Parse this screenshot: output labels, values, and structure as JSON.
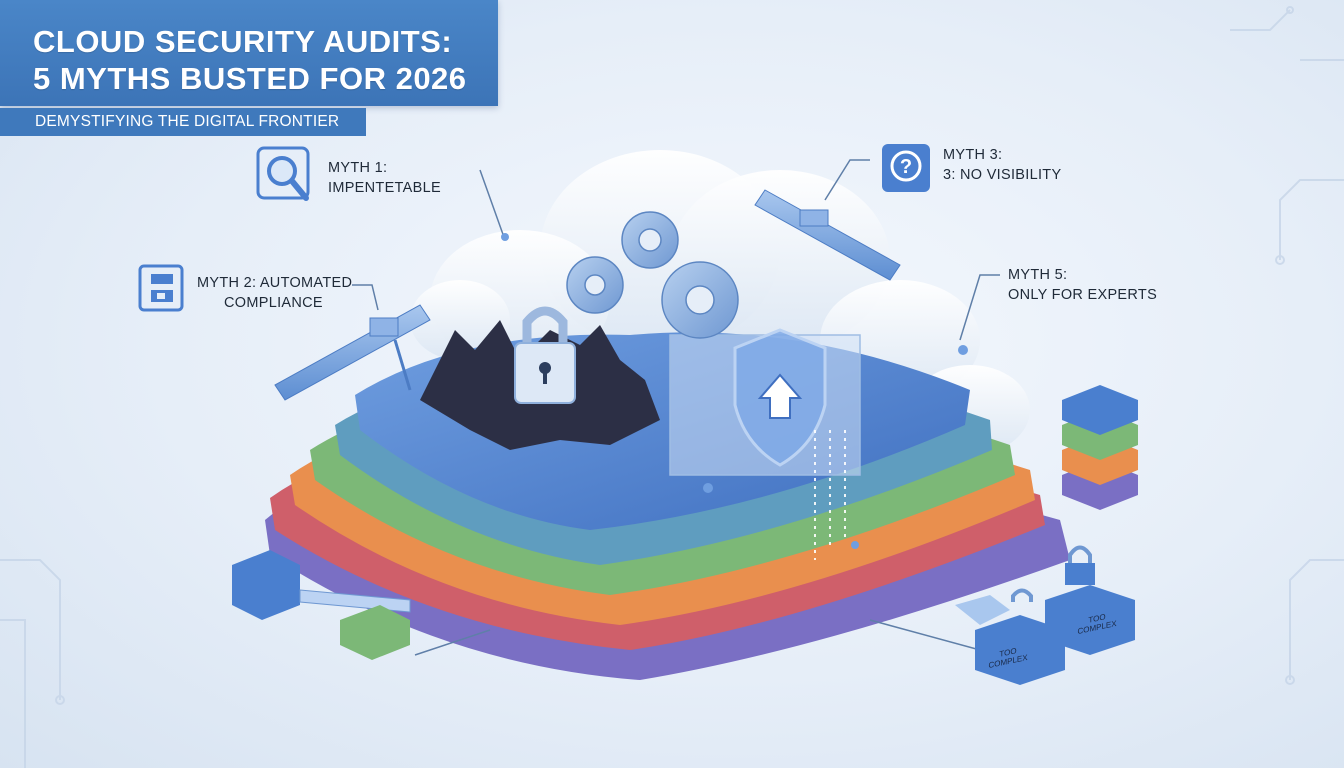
{
  "header": {
    "title_line1": "CLOUD SECURITY AUDITS:",
    "title_line2": "5 MYTHS BUSTED FOR 2026",
    "subtitle": "DEMYSTIFYING THE DIGITAL FRONTIER"
  },
  "myths": {
    "myth1": {
      "line1": "MYTH 1:",
      "line2": "IMPENTETABLE",
      "icon": "magnifier-icon"
    },
    "myth2": {
      "line1": "MYTH 2: AUTOMATED",
      "line2": "COMPLIANCE",
      "icon": "document-icon"
    },
    "myth3": {
      "line1": "MYTH 3:",
      "line2": "3: NO VISIBILITY",
      "icon": "question-icon"
    },
    "myth5": {
      "line1": "MYTH 5:",
      "line2": "ONLY FOR EXPERTS"
    }
  },
  "blocks": {
    "label_a": "TOO COMPLEX",
    "label_b": "TOO COMPLEX"
  },
  "colors": {
    "banner_blue": "#3f79bc",
    "layer_blue": "#4a7fcf",
    "layer_teal": "#5f9dbf",
    "layer_green": "#7cb877",
    "layer_orange": "#e98f4e",
    "layer_red": "#cf5f6a",
    "layer_purple": "#7a6fc4"
  }
}
